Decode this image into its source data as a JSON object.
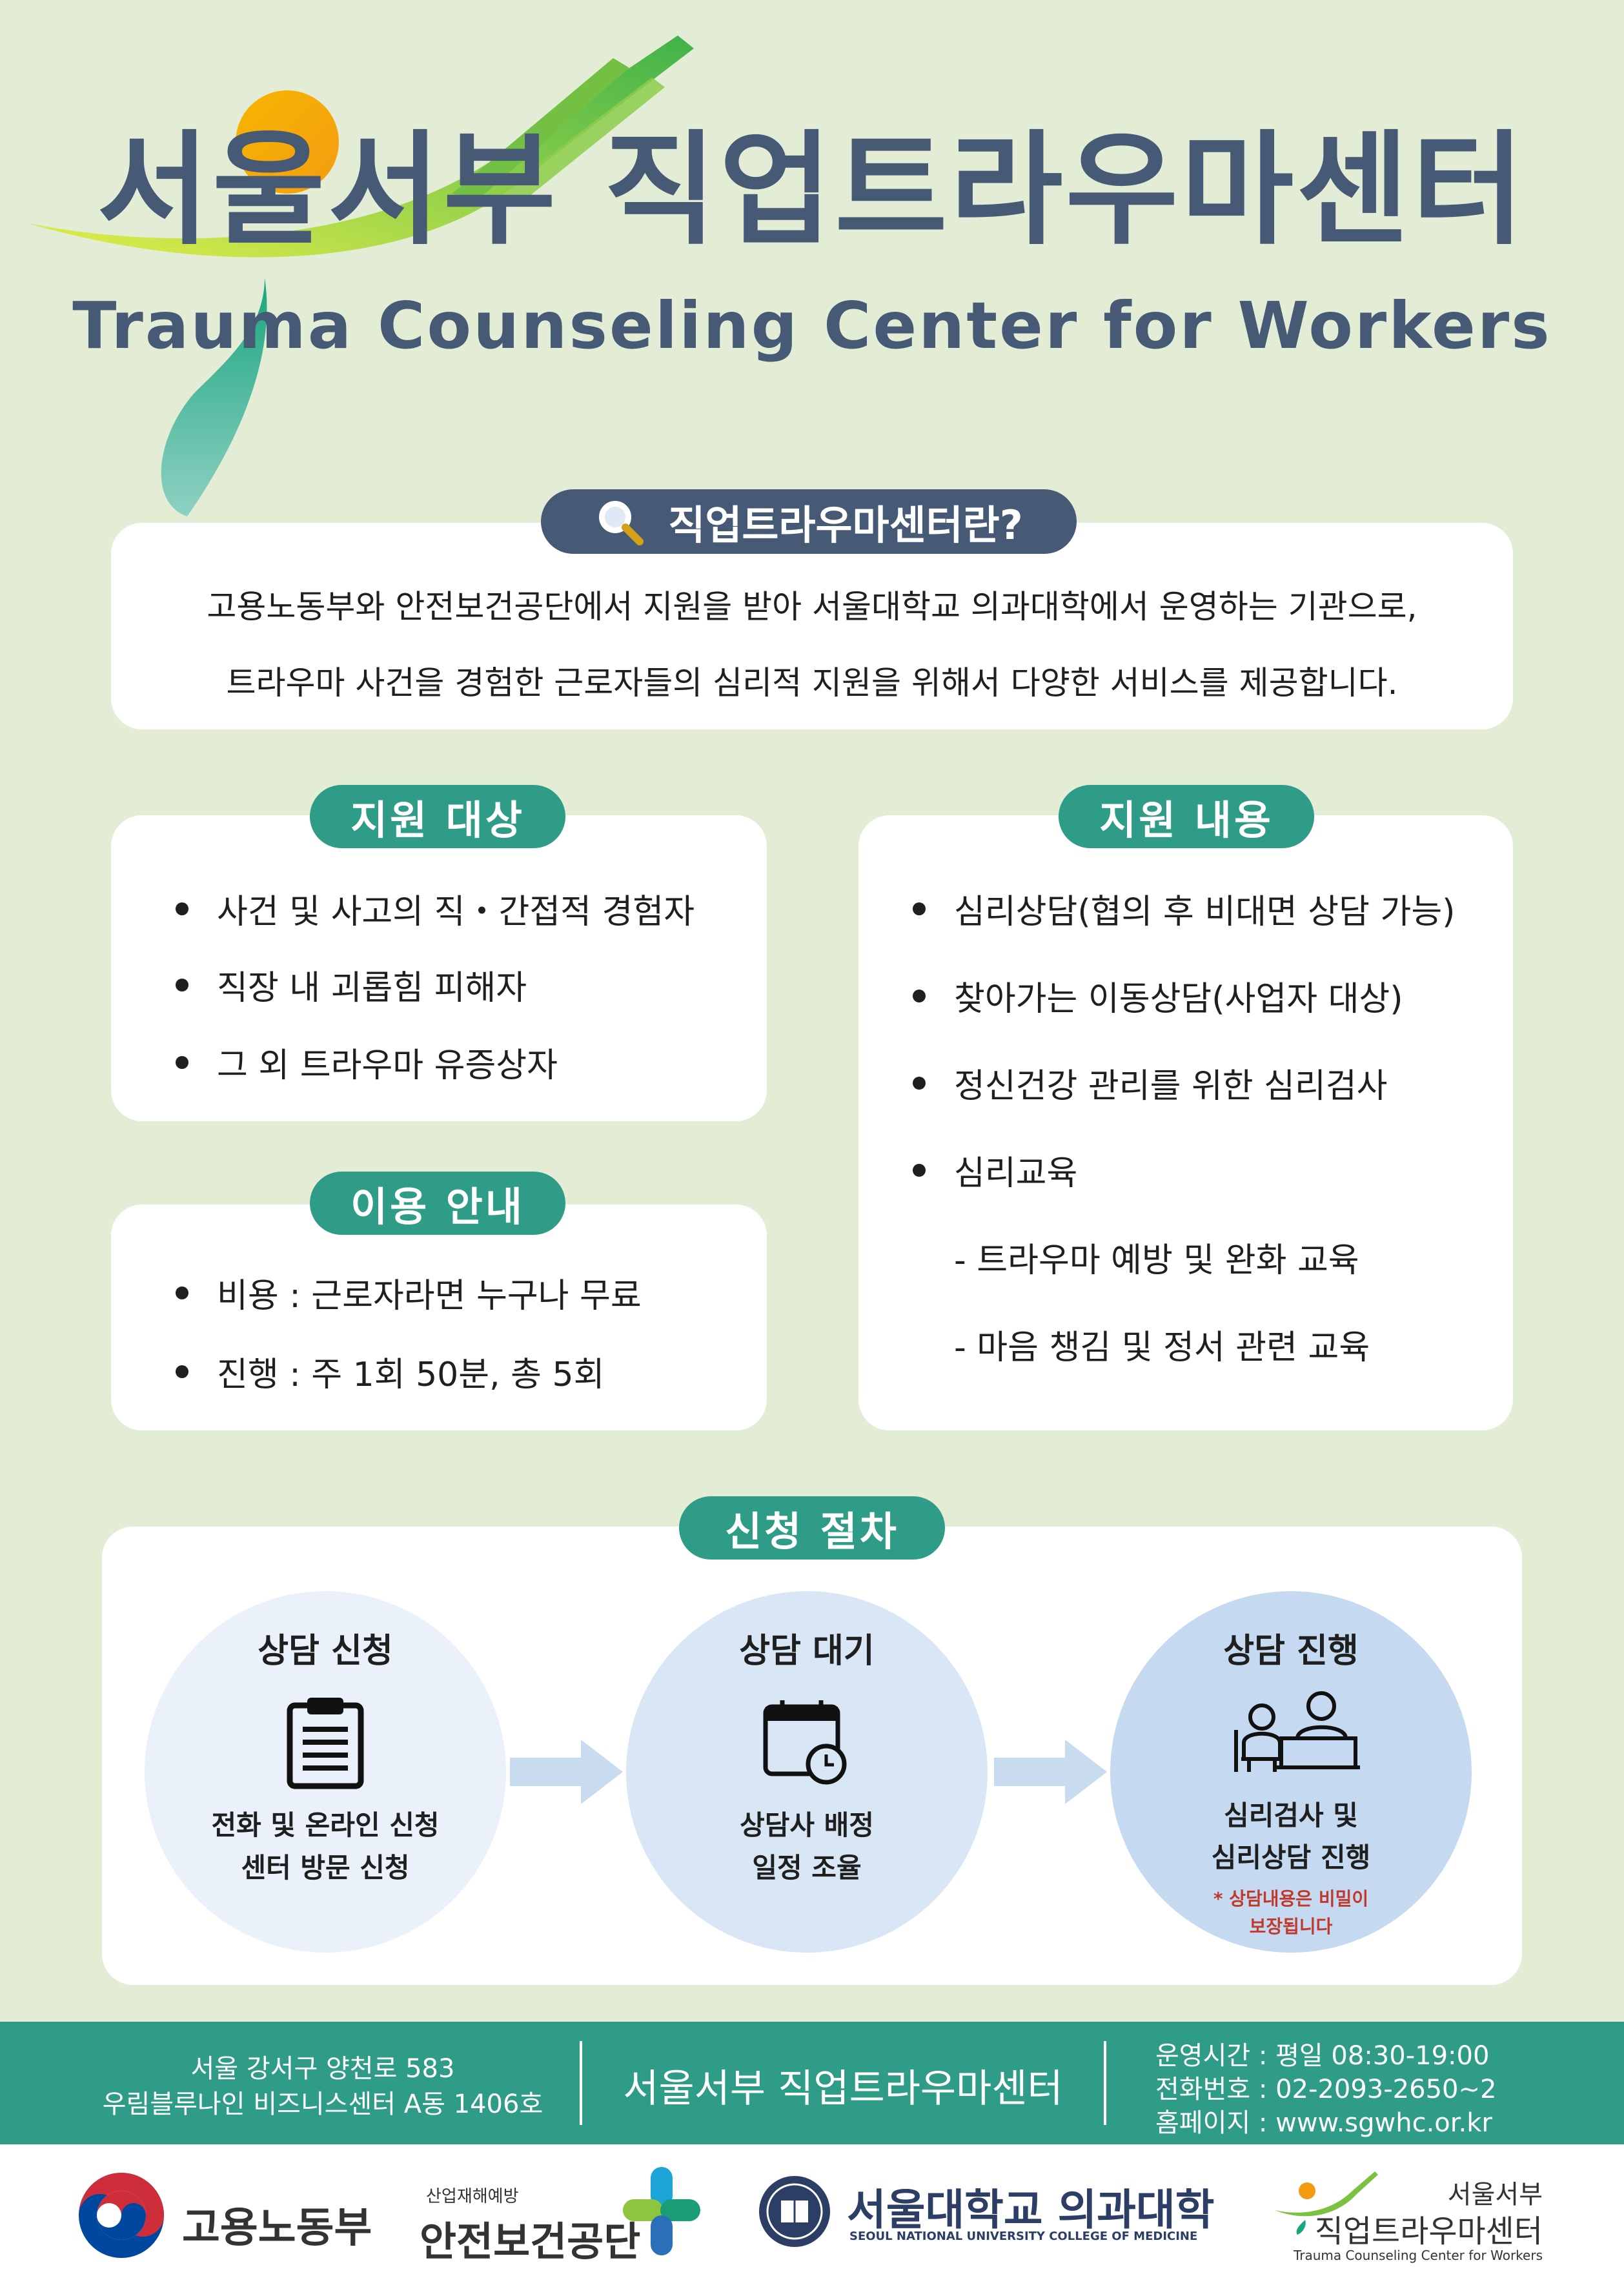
{
  "header": {
    "title": "서울서부 직업트라우마센터",
    "subtitle": "Trauma Counseling Center for Workers"
  },
  "about": {
    "title": "직업트라우마센터란?",
    "line1": "고용노동부와 안전보건공단에서 지원을 받아 서울대학교 의과대학에서 운영하는 기관으로,",
    "line2": "트라우마 사건을 경험한 근로자들의 심리적 지원을 위해서 다양한 서비스를 제공합니다."
  },
  "target": {
    "title": "지원 대상",
    "items": [
      "사건 및 사고의 직・간접적 경험자",
      "직장 내 괴롭힘 피해자",
      "그 외 트라우마 유증상자"
    ]
  },
  "usage": {
    "title": "이용 안내",
    "items": [
      "비용 : 근로자라면 누구나 무료",
      "진행 : 주 1회 50분, 총 5회"
    ]
  },
  "content": {
    "title": "지원 내용",
    "items": [
      "심리상담(협의 후 비대면 상담 가능)",
      "찾아가는 이동상담(사업자 대상)",
      "정신건강 관리를 위한 심리검사",
      "심리교육"
    ],
    "subitems": [
      "- 트라우마 예방 및 완화 교육",
      "- 마음 챙김 및 정서 관련 교육"
    ]
  },
  "process": {
    "title": "신청 절차",
    "steps": [
      {
        "title": "상담 신청",
        "line1": "전화 및 온라인 신청",
        "line2": "센터 방문 신청",
        "icon": "clipboard-icon"
      },
      {
        "title": "상담 대기",
        "line1": "상담사 배정",
        "line2": "일정 조율",
        "icon": "calendar-clock-icon"
      },
      {
        "title": "상담 진행",
        "line1": "심리검사 및",
        "line2": "심리상담 진행",
        "note1": "* 상담내용은 비밀이",
        "note2": "보장됩니다",
        "icon": "counseling-icon"
      }
    ]
  },
  "footer": {
    "address1": "서울 강서구 양천로 583",
    "address2": "우림블루나인 비즈니스센터 A동 1406호",
    "center_name": "서울서부 직업트라우마센터",
    "hours": "운영시간 : 평일 08:30-19:00",
    "phone": "전화번호 : 02-2093-2650~2",
    "homepage": "홈페이지 : www.sgwhc.or.kr"
  },
  "logos": {
    "moel": "고용노동부",
    "kosha_small": "산업재해예방",
    "kosha": "안전보건공단",
    "snu": "서울대학교 의과대학",
    "snu_en": "SEOUL NATIONAL UNIVERSITY COLLEGE OF MEDICINE",
    "center_top": "서울서부",
    "center_main": "직업트라우마센터",
    "center_en": "Trauma Counseling Center for Workers"
  },
  "colors": {
    "background": "#e3edd6",
    "teal": "#2f9c87",
    "navy": "#465a75",
    "note_red": "#c0392b"
  }
}
